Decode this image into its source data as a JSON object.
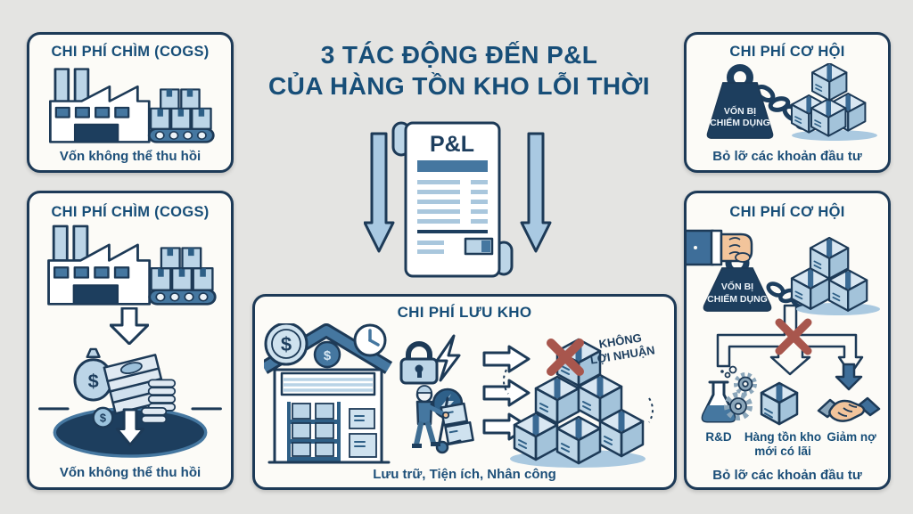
{
  "glyphs": {
    "dollar": "$"
  },
  "colors": {
    "background": "#e4e4e2",
    "panel_background": "#fcfbf7",
    "outline_navy": "#1d3a57",
    "title_blue": "#174e78",
    "light_blue": "#bcd5e7",
    "mid_blue": "#4577a0",
    "dark_navy": "#1d3e5e",
    "red_x": "#a8564d"
  },
  "header": {
    "title_line1": "3 TÁC ĐỘNG ĐẾN P&L",
    "title_line2": "CỦA HÀNG TỒN KHO LỖI THỜI"
  },
  "pl_document": {
    "label": "P&L"
  },
  "panels": {
    "sunk_cost_small": {
      "title": "CHI PHÍ CHÌM (COGS)",
      "caption": "Vốn không thể thu hồi"
    },
    "sunk_cost_large": {
      "title": "CHI PHÍ CHÌM (COGS)",
      "caption": "Vốn không thể thu hồi"
    },
    "storage_cost": {
      "title": "CHI PHÍ LƯU KHO",
      "no_profit_line1": "KHÔNG",
      "no_profit_line2": "LỢI NHUẬN",
      "caption": "Lưu trữ, Tiện ích, Nhân công"
    },
    "opportunity_cost_small": {
      "title": "CHI PHÍ CƠ HỘI",
      "weight_line1": "VỐN BỊ",
      "weight_line2": "CHIẾM DỤNG",
      "caption": "Bỏ lỡ các khoản đầu tư"
    },
    "opportunity_cost_large": {
      "title": "CHI PHÍ CƠ HỘI",
      "weight_line1": "VỐN BỊ",
      "weight_line2": "CHIẾM DỤNG",
      "items": [
        {
          "label": "R&D"
        },
        {
          "label": "Hàng tồn kho mới có lãi"
        },
        {
          "label": "Giảm nợ"
        }
      ],
      "caption": "Bỏ lỡ các khoản đầu tư"
    }
  }
}
